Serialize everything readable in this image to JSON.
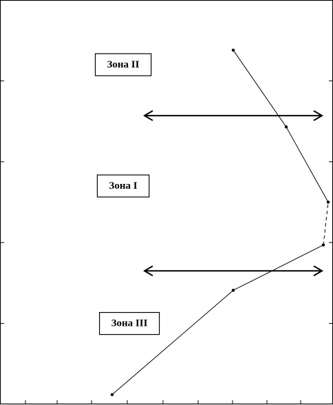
{
  "chart_data": {
    "type": "line",
    "title": "",
    "xlabel": "",
    "ylabel": "",
    "xlim": [
      0,
      484
    ],
    "ylim": [
      0,
      5
    ],
    "x_ticks": [
      37,
      83,
      133,
      185,
      237,
      288,
      338,
      388,
      437
    ],
    "y_ticks": [
      1,
      2,
      3,
      4
    ],
    "grid": false,
    "series": [
      {
        "line_style": "mixed",
        "color": "#000000",
        "points": [
          {
            "x": 163,
            "y": 0.12
          },
          {
            "x": 339,
            "y": 1.41
          },
          {
            "x": 470,
            "y": 1.97
          },
          {
            "x": 477,
            "y": 2.5
          },
          {
            "x": 416,
            "y": 3.43
          },
          {
            "x": 339,
            "y": 4.38
          }
        ],
        "dashed_segment_index": 2
      }
    ],
    "boundaries": [
      {
        "y": 1.65,
        "x_from": 210,
        "x_to": 468
      },
      {
        "y": 3.57,
        "x_from": 210,
        "x_to": 468
      }
    ],
    "zones": [
      {
        "label": "Зона II",
        "x": 179,
        "y": 4.2
      },
      {
        "label": "Зона I",
        "x": 179,
        "y": 2.7
      },
      {
        "label": "Зона III",
        "x": 188,
        "y": 1.0
      }
    ]
  }
}
